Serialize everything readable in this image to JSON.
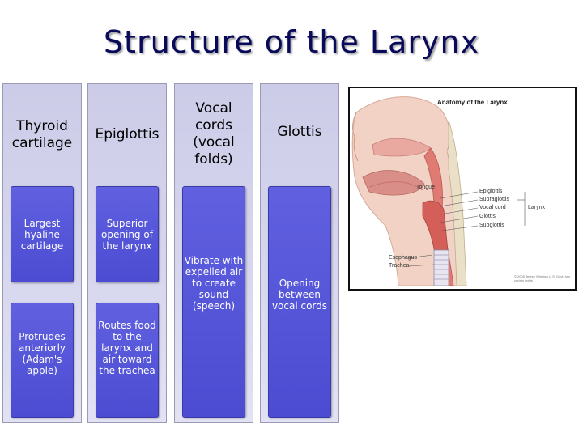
{
  "title": "Structure of the Larynx",
  "columns": [
    {
      "header": "Thyroid cartilage",
      "cells": [
        "Largest hyaline cartilage",
        "Protrudes anteriorly (Adam's apple)"
      ]
    },
    {
      "header": "Epiglottis",
      "cells": [
        "Superior opening of the larynx",
        "Routes food to the larynx and air toward the trachea"
      ]
    },
    {
      "header": "Vocal cords (vocal folds)",
      "cells": [
        "Vibrate with expelled air to create sound (speech)"
      ]
    },
    {
      "header": "Glottis",
      "cells": [
        "Opening between vocal cords"
      ]
    }
  ],
  "figure": {
    "caption": "Anatomy of the Larynx",
    "labels": {
      "tongue": "Tongue",
      "epiglottis": "Epiglottis",
      "supraglottis": "Supraglottis",
      "vocal_cord": "Vocal cord",
      "glottis": "Glottis",
      "subglottis": "Subglottis",
      "larynx": "Larynx",
      "esophagus": "Esophagus",
      "trachea": "Trachea"
    },
    "credit": "© 2005 Terese Winslow U.S. Govt. has certain rights"
  }
}
